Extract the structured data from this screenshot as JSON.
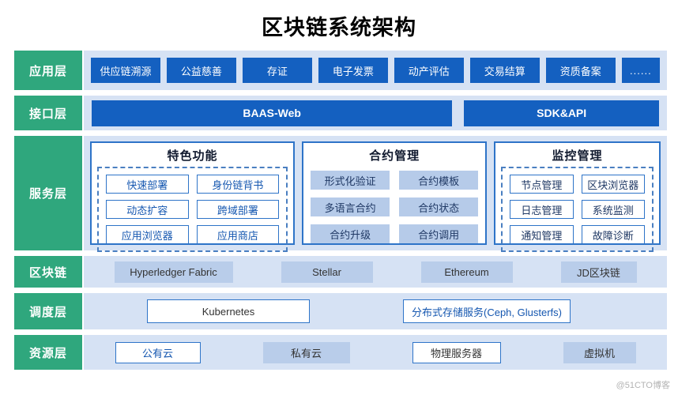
{
  "title": "区块链系统架构",
  "watermark": "@51CTO博客",
  "colors": {
    "layer_label_green": "#2fa77d",
    "row_background_blue": "#d6e2f4",
    "primary_blue": "#1460c0",
    "light_blue_fill": "#b9cdea",
    "border_blue": "#2e74c8"
  },
  "layers": {
    "application": {
      "label": "应用层",
      "items": [
        "供应链溯源",
        "公益慈善",
        "存证",
        "电子发票",
        "动产评估",
        "交易结算",
        "资质备案",
        "......"
      ]
    },
    "interface": {
      "label": "接口层",
      "items": [
        "BAAS-Web",
        "SDK&API"
      ]
    },
    "service": {
      "label": "服务层",
      "panels": [
        {
          "title": "特色功能",
          "items": [
            "快速部署",
            "身份链背书",
            "动态扩容",
            "跨域部署",
            "应用浏览器",
            "应用商店"
          ]
        },
        {
          "title": "合约管理",
          "items": [
            "形式化验证",
            "合约模板",
            "多语言合约",
            "合约状态",
            "合约升级",
            "合约调用"
          ]
        },
        {
          "title": "监控管理",
          "items": [
            "节点管理",
            "区块浏览器",
            "日志管理",
            "系统监测",
            "通知管理",
            "故障诊断"
          ]
        }
      ]
    },
    "blockchain": {
      "label": "区块链",
      "items": [
        "Hyperledger Fabric",
        "Stellar",
        "Ethereum",
        "JD区块链"
      ]
    },
    "scheduling": {
      "label": "调度层",
      "items": [
        "Kubernetes",
        "分布式存储服务(Ceph, Glusterfs)"
      ]
    },
    "resource": {
      "label": "资源层",
      "items": [
        "公有云",
        "私有云",
        "物理服务器",
        "虚拟机"
      ]
    }
  }
}
